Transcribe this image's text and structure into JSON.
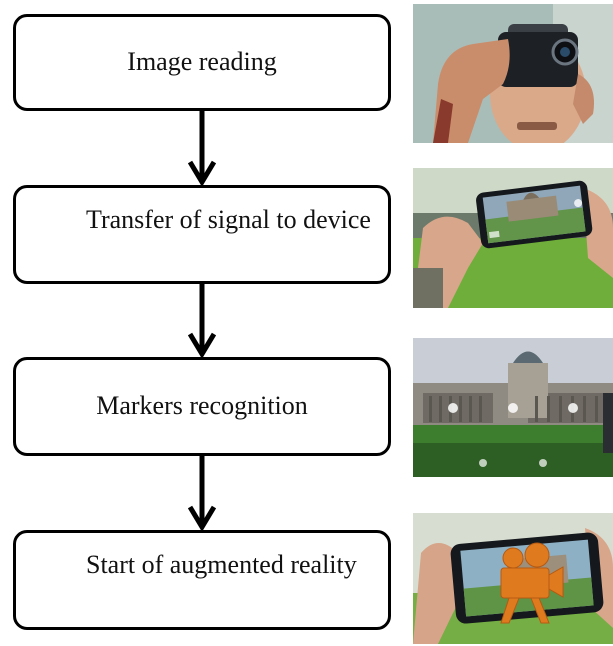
{
  "steps": [
    {
      "label": "Image reading"
    },
    {
      "label": "Transfer of signal to device"
    },
    {
      "label": "Markers recognition"
    },
    {
      "label": "Start of augmented reality"
    }
  ],
  "photos": [
    {
      "icon": "person-holding-phone-photo"
    },
    {
      "icon": "phone-camera-building-photo"
    },
    {
      "icon": "recognized-building-screen-photo"
    },
    {
      "icon": "ar-movie-camera-photo"
    }
  ]
}
